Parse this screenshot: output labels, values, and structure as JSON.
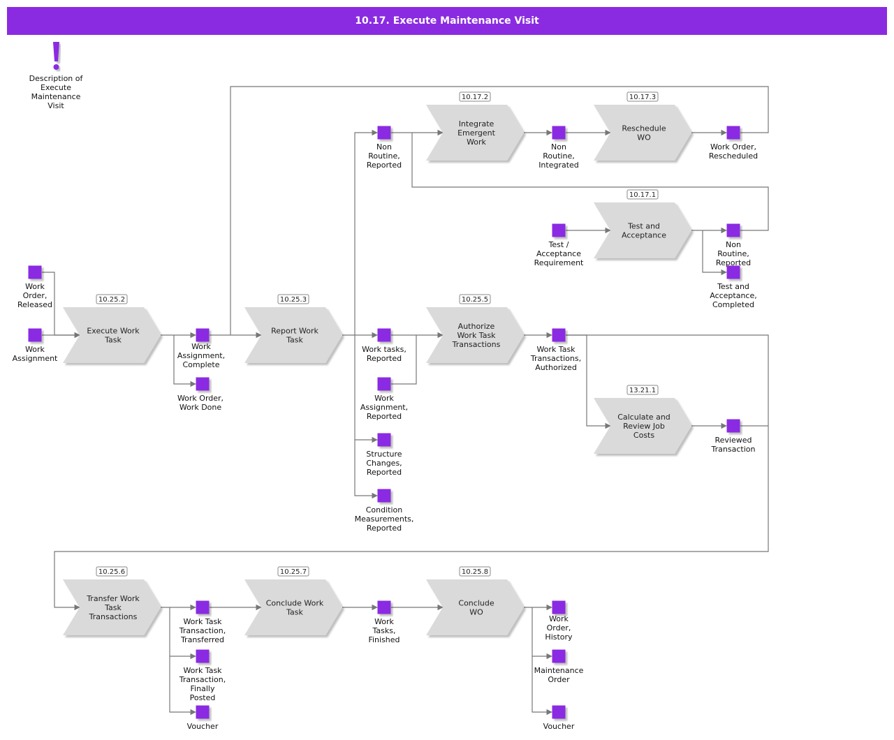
{
  "title": "10.17. Execute Maintenance Visit",
  "description": {
    "icon": "exclamation-icon",
    "label": "Description of Execute Maintenance Visit"
  },
  "colors": {
    "accent": "#8a2be2",
    "process_fill": "#dadada",
    "line": "#777777"
  },
  "processes": [
    {
      "key": "execute-work-task",
      "id": "10.25.2",
      "label": "Execute Work Task"
    },
    {
      "key": "report-work-task",
      "id": "10.25.3",
      "label": "Report Work Task"
    },
    {
      "key": "integrate-emergent-work",
      "id": "10.17.2",
      "label": "Integrate Emergent Work"
    },
    {
      "key": "reschedule-wo",
      "id": "10.17.3",
      "label": "Reschedule WO"
    },
    {
      "key": "test-and-acceptance",
      "id": "10.17.1",
      "label": "Test and Acceptance"
    },
    {
      "key": "authorize-work-task-transactions",
      "id": "10.25.5",
      "label": "Authorize Work Task Transactions"
    },
    {
      "key": "calculate-and-review-job-costs",
      "id": "13.21.1",
      "label": "Calculate and Review Job Costs"
    },
    {
      "key": "transfer-work-task-transactions",
      "id": "10.25.6",
      "label": "Transfer Work Task Transactions"
    },
    {
      "key": "conclude-work-task",
      "id": "10.25.7",
      "label": "Conclude Work Task"
    },
    {
      "key": "conclude-wo",
      "id": "10.25.8",
      "label": "Conclude WO"
    }
  ],
  "events": [
    {
      "key": "work-order-released",
      "label": "Work Order, Released"
    },
    {
      "key": "work-assignment",
      "label": "Work Assignment"
    },
    {
      "key": "work-assignment-complete",
      "label": "Work Assignment, Complete"
    },
    {
      "key": "work-order-work-done",
      "label": "Work Order, Work Done"
    },
    {
      "key": "non-routine-reported-1",
      "label": "Non Routine, Reported"
    },
    {
      "key": "non-routine-integrated",
      "label": "Non Routine, Integrated"
    },
    {
      "key": "work-order-rescheduled",
      "label": "Work Order, Rescheduled"
    },
    {
      "key": "test-acceptance-requirement",
      "label": "Test / Acceptance Requirement"
    },
    {
      "key": "non-routine-reported-2",
      "label": "Non Routine, Reported"
    },
    {
      "key": "test-and-acceptance-completed",
      "label": "Test and Acceptance, Completed"
    },
    {
      "key": "work-tasks-reported",
      "label": "Work tasks, Reported"
    },
    {
      "key": "work-assignment-reported",
      "label": "Work Assignment, Reported"
    },
    {
      "key": "structure-changes-reported",
      "label": "Structure Changes, Reported"
    },
    {
      "key": "condition-measurements-reported",
      "label": "Condition Measurements, Reported"
    },
    {
      "key": "work-task-transactions-authorized",
      "label": "Work Task Transactions, Authorized"
    },
    {
      "key": "reviewed-transaction",
      "label": "Reviewed Transaction"
    },
    {
      "key": "work-task-transaction-transferred",
      "label": "Work Task Transaction, Transferred"
    },
    {
      "key": "work-task-transaction-finally-posted",
      "label": "Work Task Transaction, Finally Posted"
    },
    {
      "key": "voucher-1",
      "label": "Voucher"
    },
    {
      "key": "work-tasks-finished",
      "label": "Work Tasks, Finished"
    },
    {
      "key": "work-order-history",
      "label": "Work Order, History"
    },
    {
      "key": "maintenance-order",
      "label": "Maintenance Order"
    },
    {
      "key": "voucher-2",
      "label": "Voucher"
    }
  ]
}
